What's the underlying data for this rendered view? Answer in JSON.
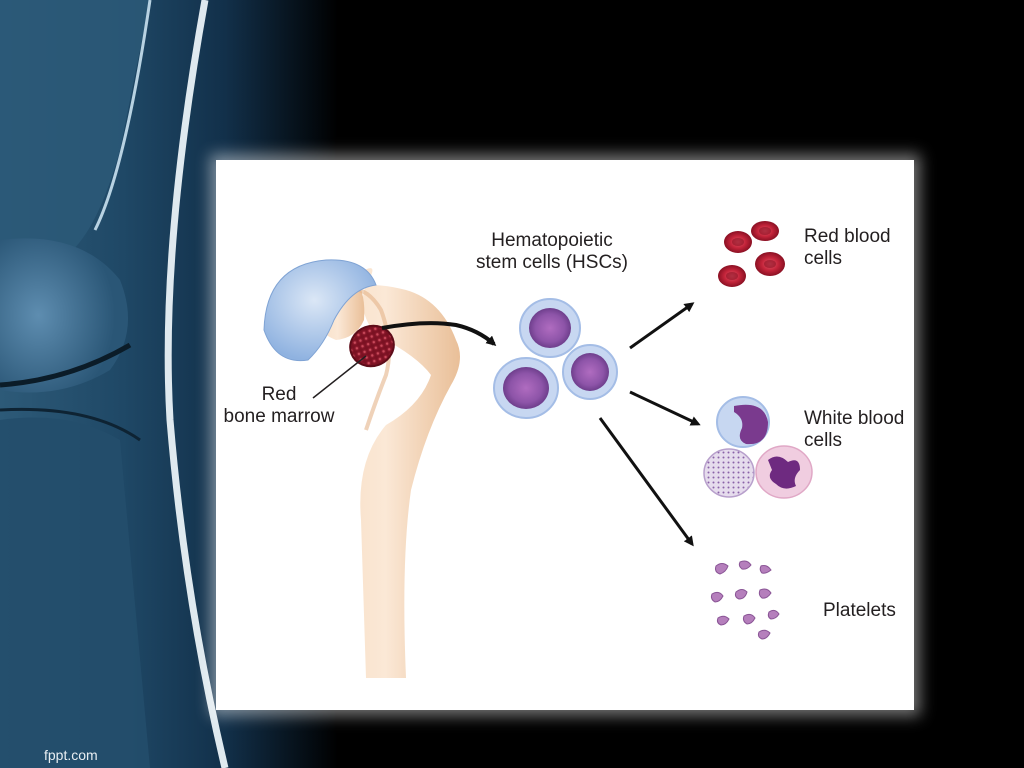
{
  "labels": {
    "hsc": "Hematopoietic\nstem cells (HSCs)",
    "marrow": "Red\nbone marrow",
    "rbc": "Red blood\ncells",
    "wbc": "White blood\ncells",
    "platelets": "Platelets"
  },
  "footer": "fppt.com",
  "colors": {
    "bone": "#f1cfae",
    "cartilage": "#a9c6ea",
    "marrow": "#8e1a2c",
    "hsc_cell": "#c9d8ef",
    "hsc_nucleus": "#a05bb0",
    "red_cell": "#b0192d",
    "platelet": "#b27ab8",
    "background_blue": "#1c3e58"
  }
}
